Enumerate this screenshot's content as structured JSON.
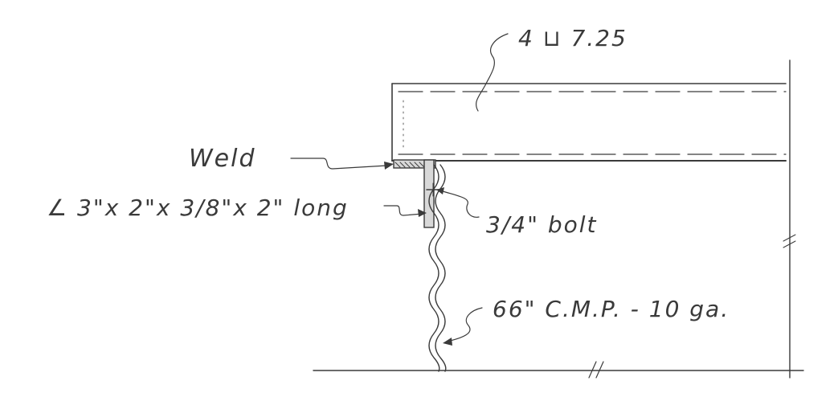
{
  "labels": {
    "beam": "4 ⊔ 7.25",
    "weld": "Weld",
    "angle": "∠ 3\"x 2\"x 3/8\"x 2\" long",
    "bolt": "3/4\" bolt",
    "pipe": "66\" C.M.P. - 10 ga."
  }
}
